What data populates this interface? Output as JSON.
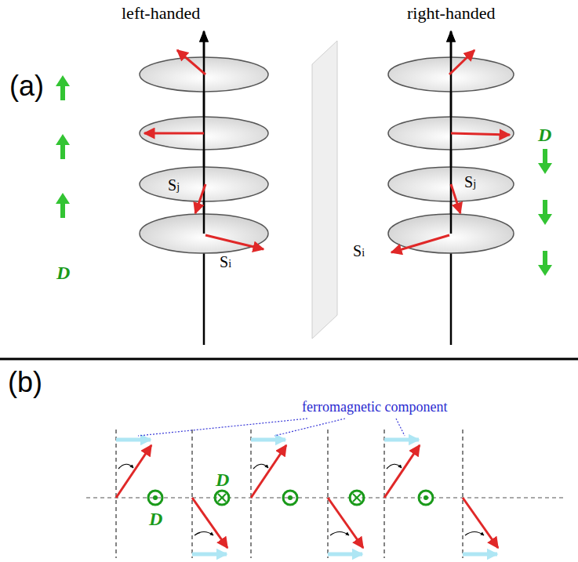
{
  "diagram": {
    "labels": [
      "left-handed",
      "right-handed",
      "(a)",
      "D",
      "Sj",
      "Si",
      "Sj",
      "Si",
      "D",
      "(b)",
      "ferromagnetic component",
      "D",
      "D"
    ]
  }
}
